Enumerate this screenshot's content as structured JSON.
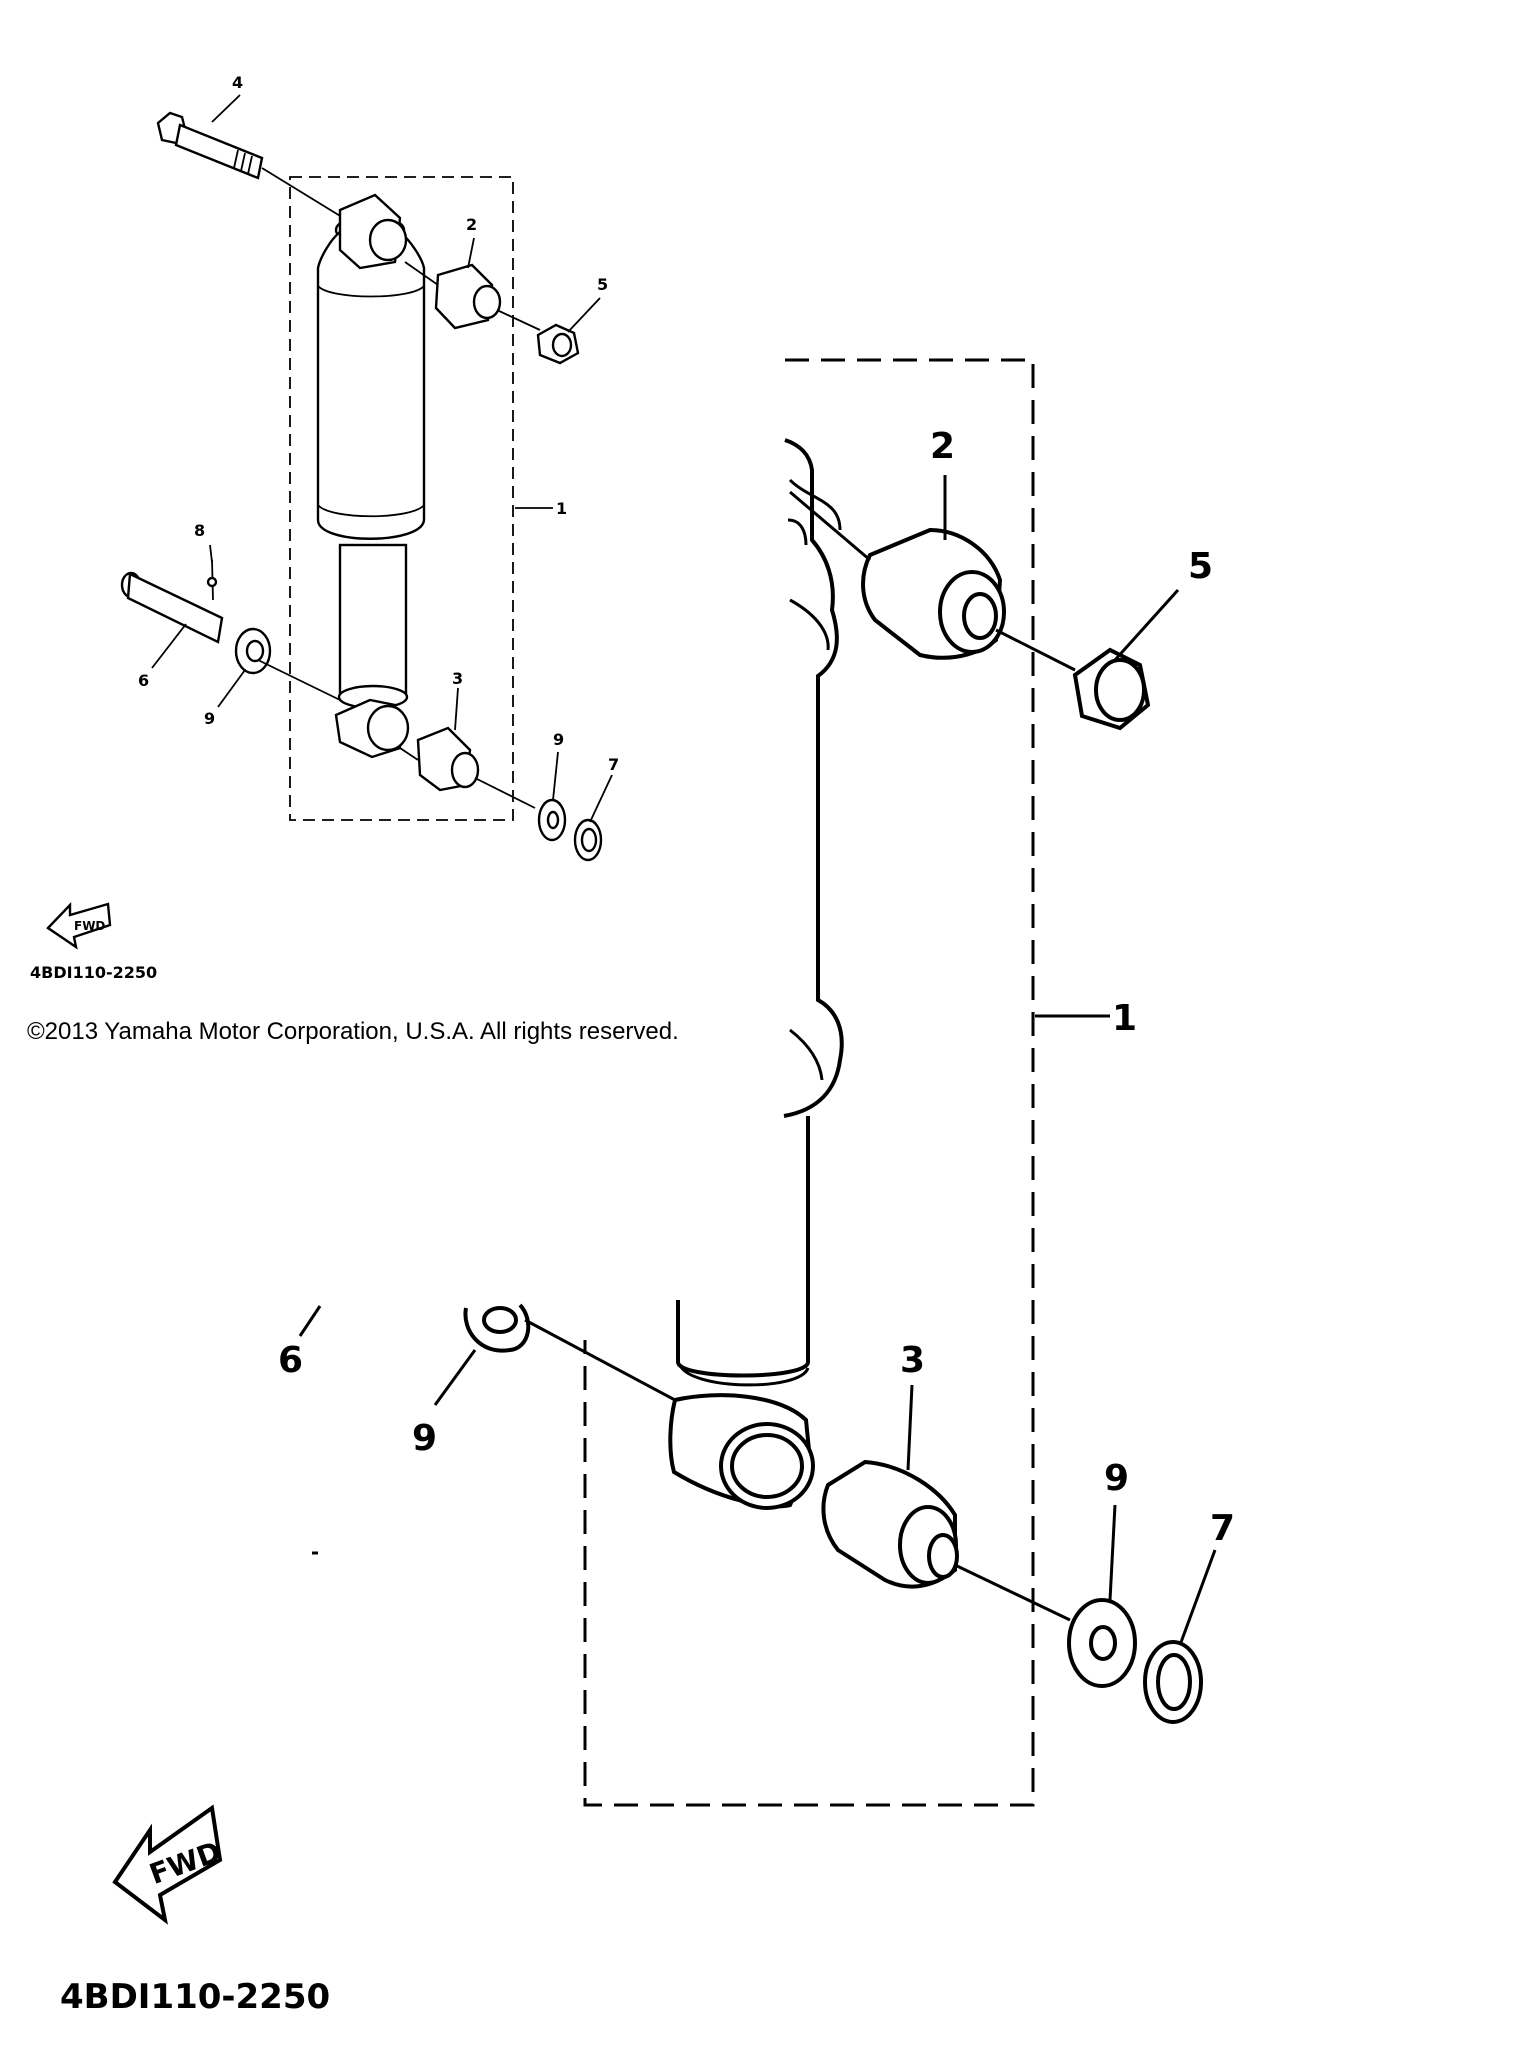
{
  "diagram": {
    "part_code": "4BDI110-2250",
    "fwd_label": "FWD",
    "copyright": "©2013 Yamaha Motor Corporation, U.S.A. All rights reserved.",
    "callouts": {
      "one": "1",
      "two": "2",
      "three": "3",
      "four": "4",
      "five": "5",
      "six": "6",
      "seven": "7",
      "eight": "8",
      "nine": "9"
    }
  }
}
